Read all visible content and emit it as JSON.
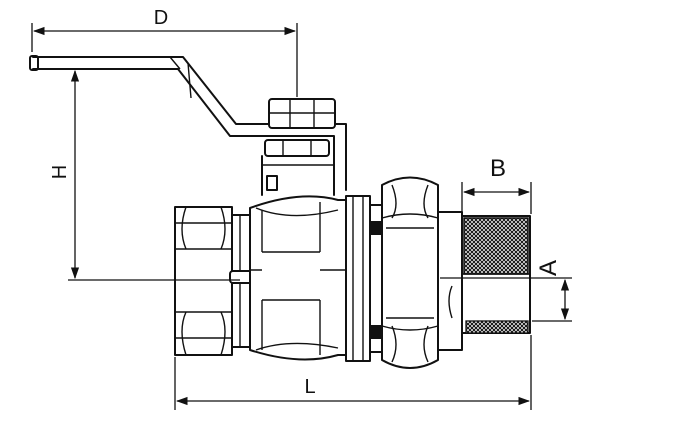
{
  "diagram": {
    "dimension_labels": {
      "d": "D",
      "h": "H",
      "b": "B",
      "a": "A",
      "l": "L"
    }
  }
}
